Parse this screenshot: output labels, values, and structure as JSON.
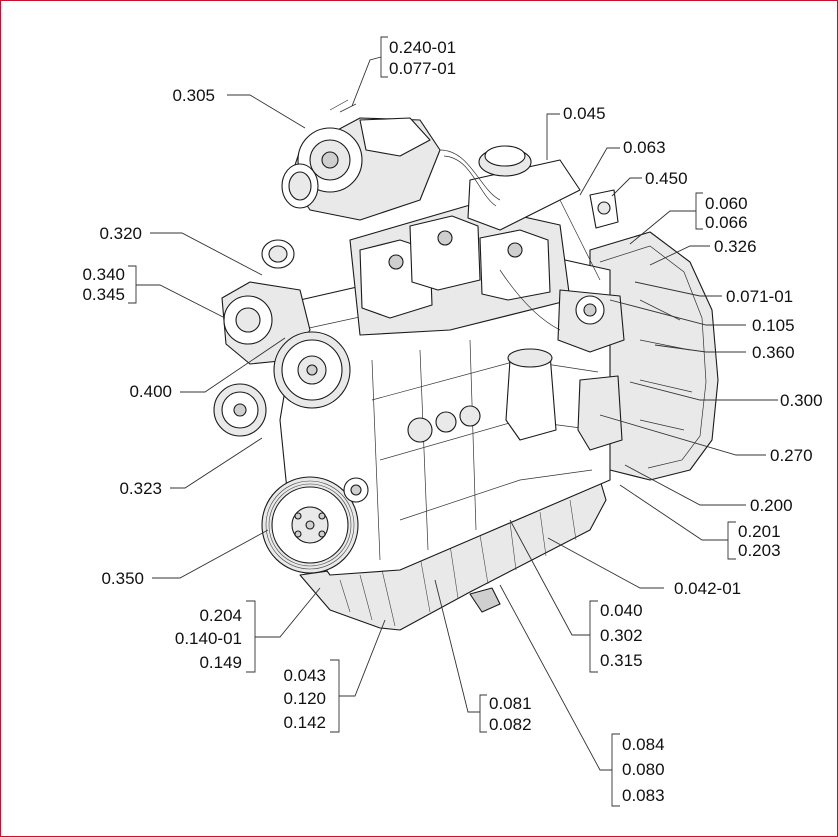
{
  "callouts": [
    {
      "id": "c-305",
      "lines": [
        "0.305"
      ]
    },
    {
      "id": "c-240",
      "lines": [
        "0.240-01",
        "0.077-01"
      ]
    },
    {
      "id": "c-045",
      "lines": [
        "0.045"
      ]
    },
    {
      "id": "c-063",
      "lines": [
        "0.063"
      ]
    },
    {
      "id": "c-450",
      "lines": [
        "0.450"
      ]
    },
    {
      "id": "c-060",
      "lines": [
        "0.060",
        "0.066"
      ]
    },
    {
      "id": "c-326",
      "lines": [
        "0.326"
      ]
    },
    {
      "id": "c-320",
      "lines": [
        "0.320"
      ]
    },
    {
      "id": "c-340",
      "lines": [
        "0.340",
        "0.345"
      ]
    },
    {
      "id": "c-071",
      "lines": [
        "0.071-01"
      ]
    },
    {
      "id": "c-105",
      "lines": [
        "0.105"
      ]
    },
    {
      "id": "c-360",
      "lines": [
        "0.360"
      ]
    },
    {
      "id": "c-400",
      "lines": [
        "0.400"
      ]
    },
    {
      "id": "c-300",
      "lines": [
        "0.300"
      ]
    },
    {
      "id": "c-270",
      "lines": [
        "0.270"
      ]
    },
    {
      "id": "c-323",
      "lines": [
        "0.323"
      ]
    },
    {
      "id": "c-200",
      "lines": [
        "0.200"
      ]
    },
    {
      "id": "c-201",
      "lines": [
        "0.201",
        "0.203"
      ]
    },
    {
      "id": "c-350",
      "lines": [
        "0.350"
      ]
    },
    {
      "id": "c-042",
      "lines": [
        "0.042-01"
      ]
    },
    {
      "id": "c-204",
      "lines": [
        "0.204",
        "0.140-01",
        "0.149"
      ]
    },
    {
      "id": "c-040",
      "lines": [
        "0.040",
        "0.302",
        "0.315"
      ]
    },
    {
      "id": "c-043",
      "lines": [
        "0.043",
        "0.120",
        "0.142"
      ]
    },
    {
      "id": "c-081",
      "lines": [
        "0.081",
        "0.082"
      ]
    },
    {
      "id": "c-084",
      "lines": [
        "0.084",
        "0.080",
        "0.083"
      ]
    }
  ],
  "colors": {
    "frame_border": "#c8102e",
    "background": "#ffffff",
    "ink": "#111111"
  }
}
